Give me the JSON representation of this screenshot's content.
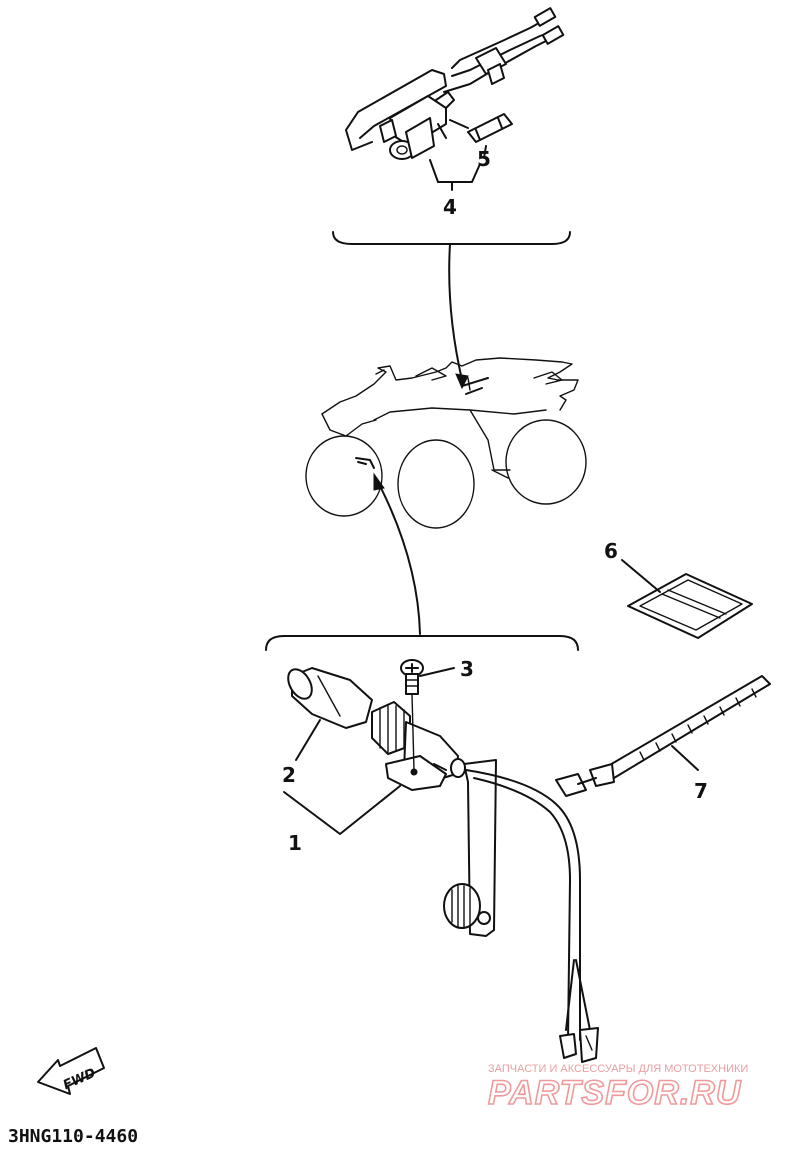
{
  "diagram": {
    "drawing_code": "3HNG110-4460",
    "fwd_label": "FWD",
    "callouts": [
      {
        "id": "1",
        "label": "1"
      },
      {
        "id": "2",
        "label": "2"
      },
      {
        "id": "3",
        "label": "3"
      },
      {
        "id": "4",
        "label": "4"
      },
      {
        "id": "5",
        "label": "5"
      },
      {
        "id": "6",
        "label": "6"
      },
      {
        "id": "7",
        "label": "7"
      }
    ]
  },
  "watermark": {
    "tagline": "ЗАПЧАСТИ И АКСЕССУАРЫ ДЛЯ МОТОТЕХНИКИ",
    "brand": "PARTSFOR.RU",
    "color": "#ef9a9a"
  }
}
